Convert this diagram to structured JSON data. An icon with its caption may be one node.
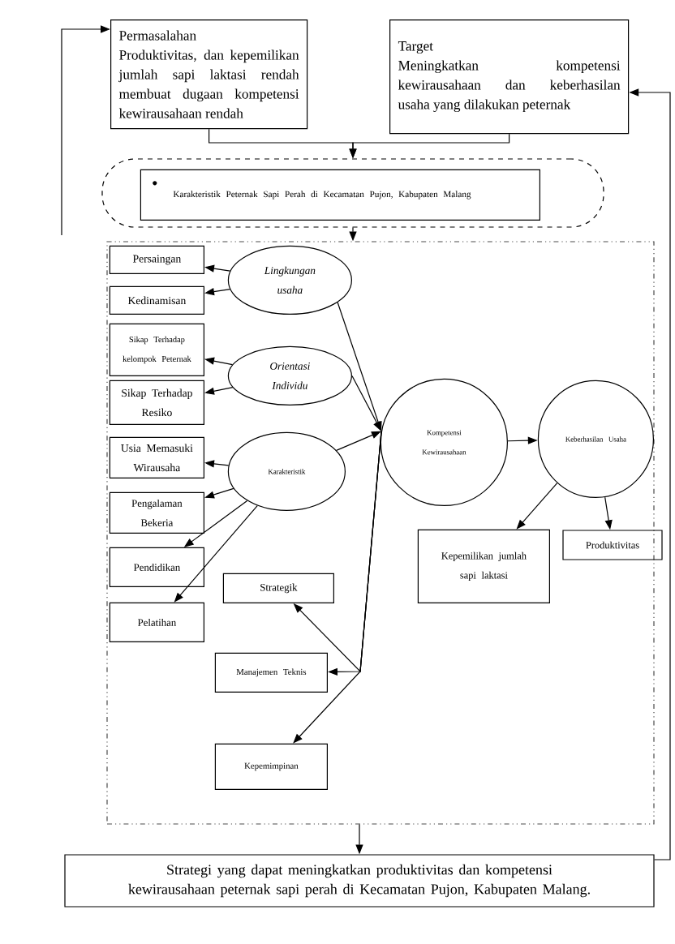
{
  "diagram": {
    "nodes": [
      {
        "text": [
          "Permasalahan",
          "Produktivitas, dan kepemilikan jumlah sapi laktasi rendah membuat dugaan kompetensi kewirausahaan rendah"
        ]
      },
      {
        "text": [
          "Target",
          "Meningkatkan kompetensi kewirausahaan dan keberhasilan usaha yang dilakukan peternak"
        ]
      },
      {
        "text": [],
        "shape": "box"
      },
      {
        "text": [
          "Karakteristik Peternak Sapi Perah di Kecamatan Pujon, Kabupaten Malang"
        ],
        "in": 2
      },
      {
        "text": [],
        "shape": "box"
      },
      {
        "text": [
          "Persaingan"
        ],
        "in": 4
      },
      {
        "text": [
          "Kedinamisan"
        ],
        "in": 4
      },
      {
        "text": [
          "Sikap Terhadap kelompok Peternak"
        ],
        "in": 4
      },
      {
        "text": [
          "Sikap Terhadap Resiko"
        ],
        "in": 4
      },
      {
        "text": [
          "Usia Memasuki Wirausaha"
        ],
        "in": 4
      },
      {
        "text": [
          "Pengalaman Bekeria"
        ],
        "in": 4
      },
      {
        "text": [
          "Pendidikan"
        ],
        "in": 4
      },
      {
        "text": [
          "Pelatihan"
        ],
        "in": 4
      },
      {
        "text": [
          "Lingkungan usaha"
        ],
        "in": 4
      },
      {
        "text": [
          "Orientasi Individu"
        ],
        "in": 4
      },
      {
        "text": [
          "Karakteristik"
        ],
        "in": 4
      },
      {
        "text": [
          "Kompetensi Kewirausahaan"
        ],
        "in": 4
      },
      {
        "text": [
          "Keberhasilan Usaha"
        ],
        "in": 4
      },
      {
        "text": [
          "Kepemilikan jumlah sapi laktasi"
        ],
        "in": 4
      },
      {
        "text": [
          "Produktivitas"
        ]
      },
      {
        "text": [
          "Strategik"
        ],
        "in": 4
      },
      {
        "text": [
          "Manajemen Teknis"
        ],
        "in": 4
      },
      {
        "text": [
          "Kepemimpinan"
        ],
        "in": 4
      },
      {
        "text": [
          "Strategi yang dapat meningkatkan produktivitas dan kompetensi kewirausahaan peternak sapi perah di Kecamatan Pujon, Kabupaten Malang."
        ]
      }
    ],
    "edges": [
      {
        "from": 0,
        "to": 2,
        "arrow": "to"
      },
      {
        "from": 1,
        "to": 2,
        "arrow": "to"
      },
      {
        "from": 2,
        "to": 4,
        "arrow": "to"
      },
      {
        "from": 4,
        "to": 23,
        "arrow": "to"
      },
      {
        "from": 23,
        "to": 1,
        "arrow": "to"
      },
      {
        "from": null,
        "to": 0,
        "arrow": "to"
      },
      {
        "from": 13,
        "to": 5,
        "arrow": "to"
      },
      {
        "from": 13,
        "to": 6,
        "arrow": "to"
      },
      {
        "from": 14,
        "to": 7,
        "arrow": "to"
      },
      {
        "from": 14,
        "to": 8,
        "arrow": "to"
      },
      {
        "from": 15,
        "to": 9,
        "arrow": "to"
      },
      {
        "from": 15,
        "to": 10,
        "arrow": "to"
      },
      {
        "from": 15,
        "to": 11,
        "arrow": "to"
      },
      {
        "from": 15,
        "to": 12,
        "arrow": "to"
      },
      {
        "from": 13,
        "to": 16,
        "arrow": "to"
      },
      {
        "from": 14,
        "to": 16,
        "arrow": "to"
      },
      {
        "from": 15,
        "to": 16,
        "arrow": "to"
      },
      {
        "from": 16,
        "to": 17,
        "arrow": "to"
      },
      {
        "from": 17,
        "to": 18,
        "arrow": "to"
      },
      {
        "from": 17,
        "to": 19,
        "arrow": "to"
      },
      {
        "from": 16,
        "to": 20,
        "arrow": "to"
      },
      {
        "from": 16,
        "to": 21,
        "arrow": "to"
      },
      {
        "from": 16,
        "to": 22,
        "arrow": "to"
      }
    ]
  }
}
